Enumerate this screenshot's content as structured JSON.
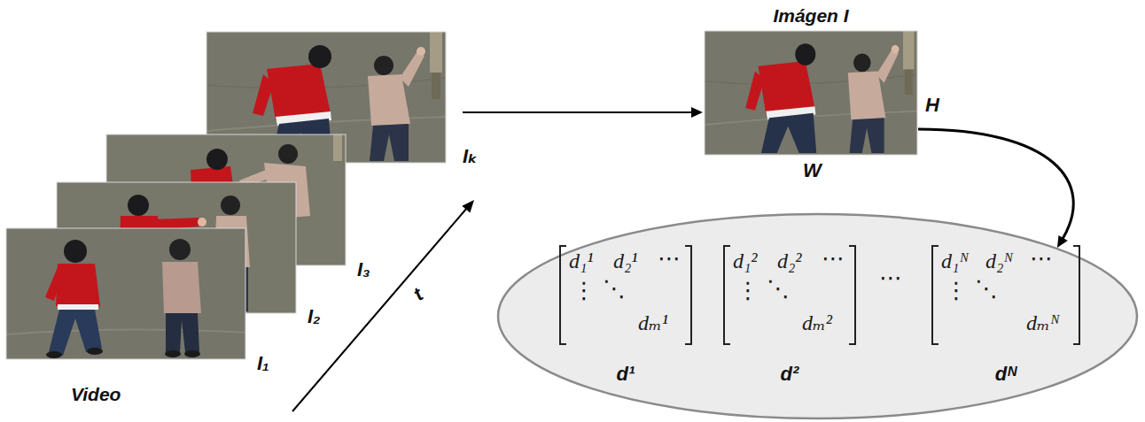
{
  "diagram": {
    "nodes": [
      {
        "text": [
          "Video"
        ]
      },
      {
        "text": [
          "Imágen I"
        ]
      },
      {
        "text": [
          "⋯"
        ]
      },
      {
        "text": [
          "d₁¹",
          "d₂¹",
          "⋯",
          "⋮",
          "⋱",
          "dₘ¹",
          "d¹"
        ],
        "in": 2
      },
      {
        "text": [
          "d₁²",
          "d₂²",
          "⋯",
          "⋮",
          "⋱",
          "dₘ²",
          "d²"
        ],
        "in": 2
      },
      {
        "text": [
          "d₁ᴺ",
          "d₂ᴺ",
          "⋯",
          "⋮",
          "⋱",
          "dₘᴺ",
          "dᴺ"
        ],
        "in": 2
      }
    ],
    "edges": [
      {
        "from": 0,
        "to": 1,
        "arrow": "to"
      },
      {
        "from": 1,
        "to": 2,
        "arrow": "to"
      }
    ],
    "labels": [
      "Iₖ",
      "I₃",
      "I₂",
      "I₁",
      "t",
      "H",
      "W"
    ]
  }
}
